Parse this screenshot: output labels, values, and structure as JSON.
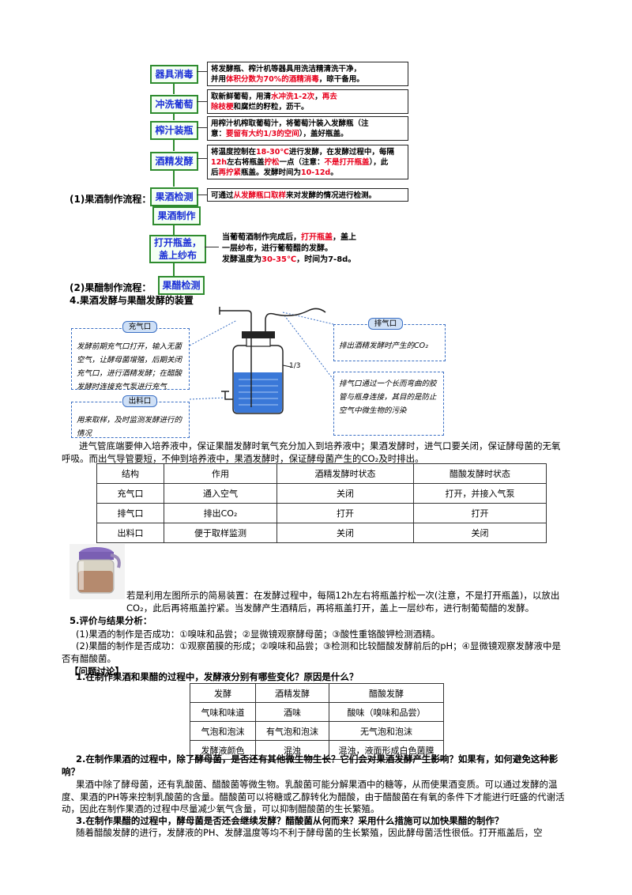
{
  "wine_flow": {
    "steps": [
      {
        "label": "器具消毒"
      },
      {
        "label": "冲洗葡萄"
      },
      {
        "label": "榨汁装瓶"
      },
      {
        "label": "酒精发酵"
      },
      {
        "label": "果酒检测"
      },
      {
        "label": "果酒制作"
      }
    ],
    "desc": {
      "d1_a": "将发酵瓶、榨汁机等器具用洗洁精清洗干净，",
      "d1_b": "并用",
      "d1_red": "体积分数为70%的酒精消毒",
      "d1_c": "，晾干备用。",
      "d2_a": "取新鲜葡萄，用清",
      "d2_red1": "水冲洗1-2次",
      "d2_b": "，",
      "d2_red2": "再去",
      "d2_red3": "除枝梗",
      "d2_c": "和腐烂的籽粒，沥干。",
      "d3_a": "用榨汁机榨取葡萄汁，将葡萄汁装入发酵瓶（注",
      "d3_b": "意：",
      "d3_red": "要留有大约1/3的空间",
      "d3_c": "），盖好瓶盖。",
      "d4_a": "将温度控制在",
      "d4_red1": "18-30℃",
      "d4_b": "进行发酵，在发酵过程中，每隔",
      "d4_red2": "12h",
      "d4_c": "左右将瓶盖",
      "d4_red3": "拧松",
      "d4_d": "一点（注意：",
      "d4_red4": "不是打开瓶盖",
      "d4_e": "），此",
      "d4_f": "后",
      "d4_red5": "再拧紧",
      "d4_g": "瓶盖。发酵时间为",
      "d4_red6": "10-12d",
      "d4_h": "。",
      "d5_a": "可通过",
      "d5_red": "从发酵瓶口取样",
      "d5_b": "来对发酵的情况进行检测。"
    },
    "section_label": "(1)果酒制作流程："
  },
  "vinegar_flow": {
    "steps": [
      {
        "label": "打开瓶盖，"
      },
      {
        "label": "盖上纱布"
      },
      {
        "label": "果醋检测"
      }
    ],
    "desc_a": "当葡萄酒制作完成后，",
    "desc_red1": "打开瓶盖",
    "desc_b": "，盖上",
    "desc_c": "一层纱布，进行葡萄醋的发酵。",
    "desc_d": "发酵温度为",
    "desc_red2": "30-35℃",
    "desc_e": "，时间为7-8d。",
    "section_label": "(2)果醋制作流程："
  },
  "device": {
    "heading": "4.果酒发酵与果醋发酵的装置",
    "air_in_tag": "充气口",
    "air_in_text": "发酵前期充气口打开，输入无菌空气，让酵母菌增殖，后期关闭充气口，进行酒精发酵；在醋酸发酵时连接充气泵进行充气",
    "outlet_tag": "出料口",
    "outlet_text": "用来取样，及时监测发酵进行的情况",
    "exhaust_tag": "排气口",
    "exhaust_text": "排出酒精发酵时产生的CO₂",
    "tube_text": "排气口通过一个长而弯曲的胶管与瓶身连接，其目的是防止空气中微生物的污染",
    "fill_mark": "1/3"
  },
  "para1": "进气管底端要伸入培养液中，保证果醋发酵时氧气充分加入到培养液中；果酒发酵时，进气口要关闭，保证酵母菌的无氧呼吸。而出气导管要短，不伸到培养液中，果酒发酵时，保证酵母菌产生的CO₂及时排出。",
  "table1": {
    "headers": [
      "结构",
      "作用",
      "酒精发酵时状态",
      "醋酸发酵时状态"
    ],
    "rows": [
      [
        "充气口",
        "通入空气",
        "关闭",
        "打开，并接入气泵"
      ],
      [
        "排气口",
        "排出CO₂",
        "打开",
        "打开"
      ],
      [
        "出料口",
        "便于取样监测",
        "关闭",
        "关闭"
      ]
    ]
  },
  "para2": "若是利用左图所示的简易装置：在发酵过程中，每隔12h左右将瓶盖拧松一次(注意，不是打开瓶盖)，以放出CO₂，此后再将瓶盖拧紧。当发酵产生酒精后，再将瓶盖打开，盖上一层纱布，进行制葡萄醋的发酵。",
  "section5": "5.评价与结果分析：",
  "eval1": "(1)果酒的制作是否成功：①嗅味和品尝；②显微镜观察酵母菌；③酸性重铬酸钾检测酒精。",
  "eval2": "(2)果醋的制作是否成功：①观察菌膜的形成；②嗅味和品尝；③检测和比较醋酸发酵前后的pH；④显微镜观察发酵液中是否有醋酸菌。",
  "discussion_title": "【问题讨论】",
  "q1": "1.在制作果酒和果醋的过程中，发酵液分别有哪些变化？原因是什么？",
  "table2": {
    "headers": [
      "发酵",
      "酒精发酵",
      "醋酸发酵"
    ],
    "rows": [
      [
        "气味和味道",
        "酒味",
        "酸味（嗅味和品尝）"
      ],
      [
        "气泡和泡沫",
        "有气泡和泡沫",
        "无气泡和泡沫"
      ],
      [
        "发酵液颜色",
        "混浊",
        "混浊，液面形成白色菌膜"
      ]
    ]
  },
  "q2": "2.在制作果酒的过程中，除了酵母菌，是否还有其他微生物生长？它们会对果酒发酵产生影响？如果有，如何避免这种影响？",
  "a2": "果酒中除了酵母菌，还有乳酸菌、醋酸菌等微生物。乳酸菌可能分解果酒中的糖等，从而使果酒变质。可以通过发酵的温度、果酒的PH等来控制乳酸菌的含量。醋酸菌可以将糖或乙醇转化为醋酸，由于醋酸菌在有氧的条件下才能进行旺盛的代谢活动，因此在制作果酒的过程中尽量减少氧气含量，可以抑制醋酸菌的生长繁殖。",
  "q3": "3.在制作果醋的过程中，酵母菌是否还会继续发酵？醋酸菌从何而来？采用什么措施可以加快果醋的制作？",
  "a3": "随着醋酸发酵的进行，发酵液的PH、发酵温度等均不利于酵母菌的生长繁殖，因此酵母菌活性很低。打开瓶盖后，空"
}
